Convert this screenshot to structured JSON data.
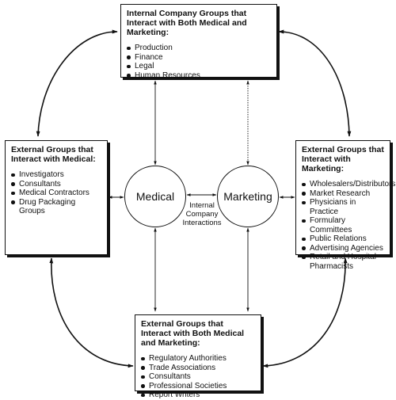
{
  "top_box": {
    "title": "Internal Company Groups that Interact with Both Medical and Marketing:",
    "items": [
      "Production",
      "Finance",
      "Legal",
      "Human Resources"
    ]
  },
  "left_box": {
    "title": "External Groups that Interact with Medical:",
    "items": [
      "Investigators",
      "Consultants",
      "Medical Contractors",
      "Drug Packaging Groups"
    ]
  },
  "right_box": {
    "title": "External Groups that Interact with Marketing:",
    "items": [
      "Wholesalers/Distributors",
      "Market Research",
      "Physicians in Practice",
      "Formulary Committees",
      "Public Relations",
      "Advertising Agencies",
      "Retail and Hospital Pharmacists"
    ]
  },
  "bottom_box": {
    "title": "External Groups that Interact with Both Medical and Marketing:",
    "items": [
      "Regulatory Authorities",
      "Trade Associations",
      "Consultants",
      "Professional Societies",
      "Report Writers"
    ]
  },
  "medical": {
    "label": "Medical"
  },
  "marketing": {
    "label": "Marketing"
  },
  "center": {
    "label_lines": [
      "Internal",
      "Company",
      "Interactions"
    ]
  }
}
